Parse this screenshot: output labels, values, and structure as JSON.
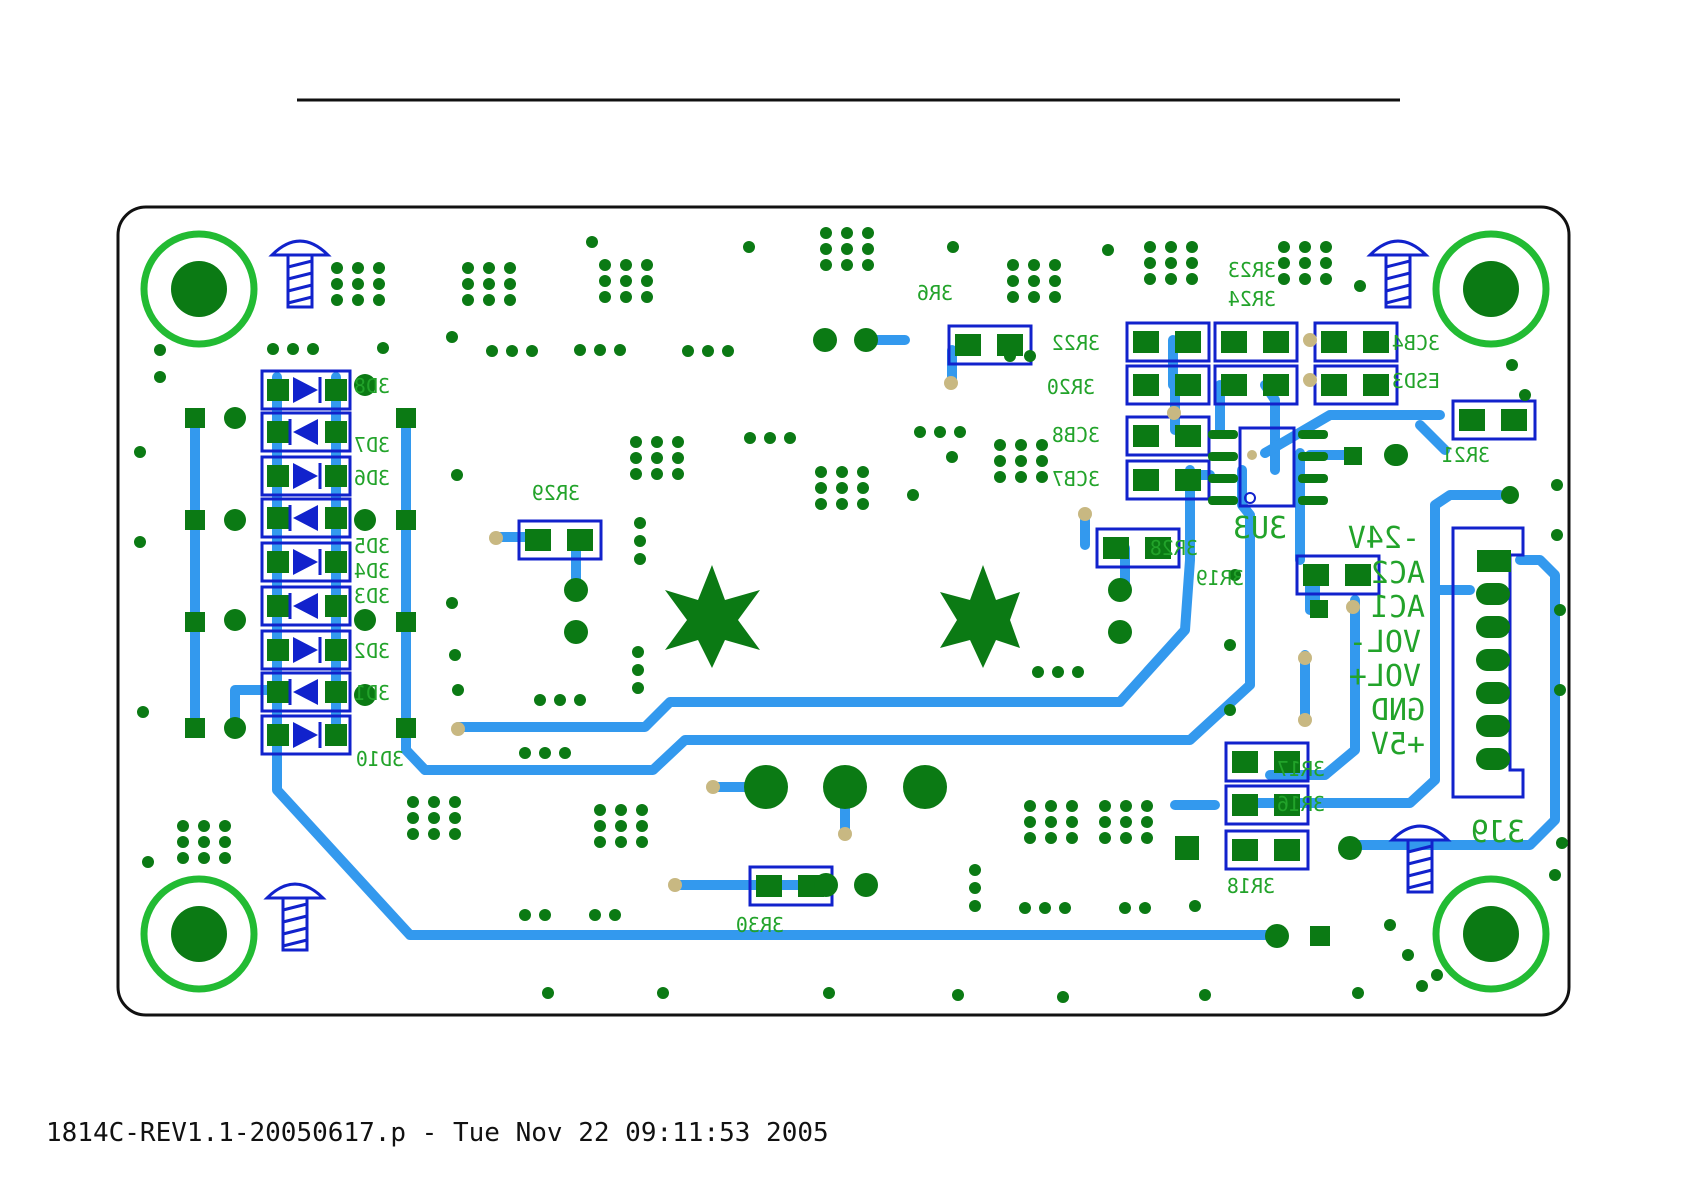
{
  "footer": "1814C-REV1.1-20050617.p - Tue Nov 22 09:11:53 2005",
  "colors": {
    "trace": "#3399ee",
    "copper": "#0b7a14",
    "silk_outline": "#1122cc",
    "silk_text": "#22a32a",
    "via_drill": "#c8b882",
    "board_edge": "#111111"
  },
  "labels": {
    "d8": "3D8",
    "d7": "3D7",
    "d6": "3D6",
    "d5": "3D5",
    "d4": "3D4",
    "d3": "3D3",
    "d2": "3D2",
    "d1": "3D1",
    "d10": "3D10",
    "r29": "3R29",
    "r6": "3R6",
    "r23": "3R23",
    "r24": "3R24",
    "r22": "3R22",
    "r20": "3R20",
    "cb8": "3CB8",
    "cb7": "3CB7",
    "cb4": "3CB4",
    "esd3": "ESD3",
    "r21": "3R21",
    "u3": "3U3",
    "r28": "3R28",
    "r19": "3R19",
    "r17": "3R17",
    "r16": "3R16",
    "r18": "3R18",
    "r30": "3R30",
    "j9": "3J9",
    "pin_v24": "-24V",
    "pin_ac2": "AC2",
    "pin_ac1": "AC1",
    "pin_volm": "VOL-",
    "pin_volp": "VOL+",
    "pin_gnd": "GND",
    "pin_5v": "+5V"
  }
}
